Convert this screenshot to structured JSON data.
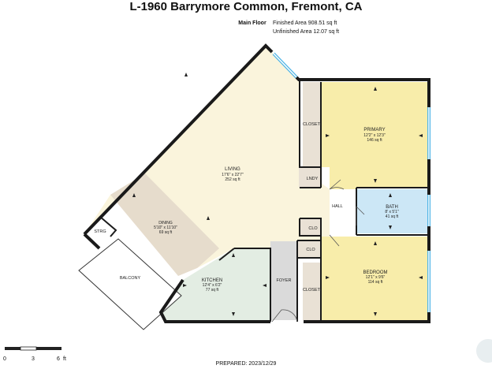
{
  "title": "L-1960 Barrymore Common, Fremont, CA",
  "floor": {
    "name": "Main Floor",
    "finished": "Finished Area 908.51 sq ft",
    "unfinished": "Unfinished Area 12.07 sq ft"
  },
  "rooms": {
    "living": {
      "name": "LIVING",
      "dims": "17'6\" x 22'7\"",
      "area": "252 sq ft"
    },
    "primary": {
      "name": "PRIMARY",
      "dims": "12'2\" x 12'3\"",
      "area": "146 sq ft"
    },
    "bath": {
      "name": "BATH",
      "dims": "8' x 5'1\"",
      "area": "41 sq ft"
    },
    "bedroom": {
      "name": "BEDROOM",
      "dims": "12'1\" x 9'6\"",
      "area": "114 sq ft"
    },
    "kitchen": {
      "name": "KITCHEN",
      "dims": "12'4\" x 6'2\"",
      "area": "77 sq ft"
    },
    "dining": {
      "name": "DINING",
      "dims": "5'10\" x 11'10\"",
      "area": "69 sq ft"
    },
    "closet1": {
      "name": "CLOSET"
    },
    "closet2": {
      "name": "CLOSET"
    },
    "lndy": {
      "name": "LNDY"
    },
    "hall": {
      "name": "HALL"
    },
    "clo1": {
      "name": "CLO"
    },
    "clo2": {
      "name": "CLO"
    },
    "foyer": {
      "name": "FOYER"
    },
    "balcony": {
      "name": "BALCONY"
    },
    "strg": {
      "name": "STRG"
    }
  },
  "scale": {
    "ticks": [
      "0",
      "3",
      "6"
    ],
    "unit": "ft"
  },
  "prepared": "PREPARED: 2023/12/29",
  "colors": {
    "living": "#faf4dc",
    "primary": "#f8edaa",
    "bedroom": "#f8edaa",
    "bath": "#cce7f6",
    "kitchen": "#e3ede3",
    "dining": "#e6dccc",
    "closet": "#e9e1d5",
    "foyer": "#dadada",
    "window": "#4fb5e6",
    "wall": "#1a1a1a"
  }
}
